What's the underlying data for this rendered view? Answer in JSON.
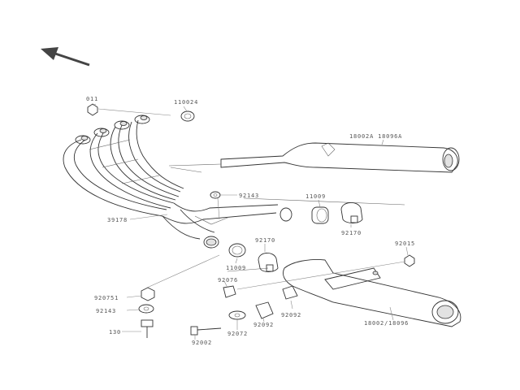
{
  "labels": {
    "p011": "011",
    "p110024": "110024",
    "p18002a_18096a": "18002A 18096A",
    "p92143a": "92143",
    "p11009a": "11009",
    "p39178": "39178",
    "p92170a": "92170",
    "p92170b": "92170",
    "p11009b": "11009",
    "p92015": "92015",
    "p92076": "92076",
    "p92075a": "920751",
    "p92143b": "92143",
    "p130": "130",
    "p92092a": "92092",
    "p92092b": "92092",
    "p92072": "92072",
    "p92002": "92002",
    "p18002_18096": "18002/18096"
  }
}
